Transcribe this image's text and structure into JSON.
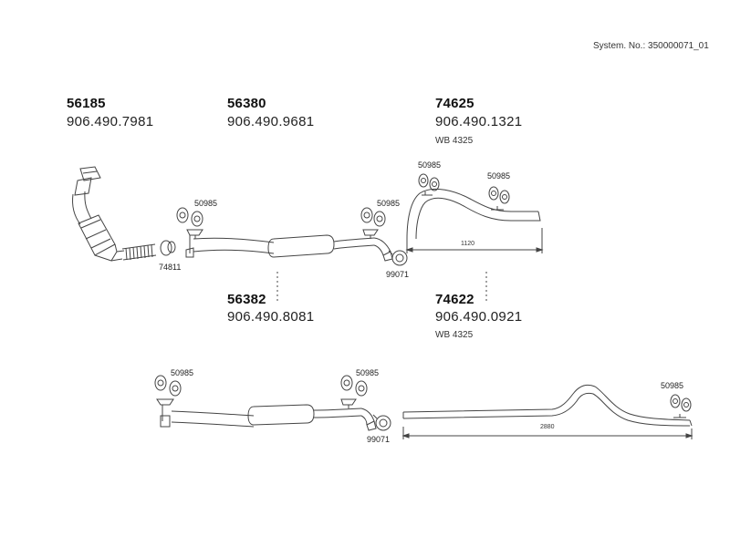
{
  "header": {
    "system_number": "System. No.: 350000071_01"
  },
  "groups": [
    {
      "part_number": "56185",
      "oem_number": "906.490.7981"
    },
    {
      "part_number": "56380",
      "oem_number": "906.490.9681"
    },
    {
      "part_number": "74625",
      "oem_number": "906.490.1321",
      "note": "WB 4325"
    },
    {
      "part_number": "56382",
      "oem_number": "906.490.8081"
    },
    {
      "part_number": "74622",
      "oem_number": "906.490.0921",
      "note": "WB 4325"
    }
  ],
  "labels": {
    "hanger_1": "50985",
    "hanger_2": "50985",
    "hanger_3": "50985",
    "hanger_4": "50985",
    "hanger_5": "50985",
    "hanger_6": "50985",
    "hanger_7": "50985",
    "clamp_upper": "99071",
    "clamp_lower": "99071",
    "flex_clamp": "74811"
  },
  "dimensions": {
    "tailpipe_upper": "1120",
    "tailpipe_lower": "2880"
  }
}
